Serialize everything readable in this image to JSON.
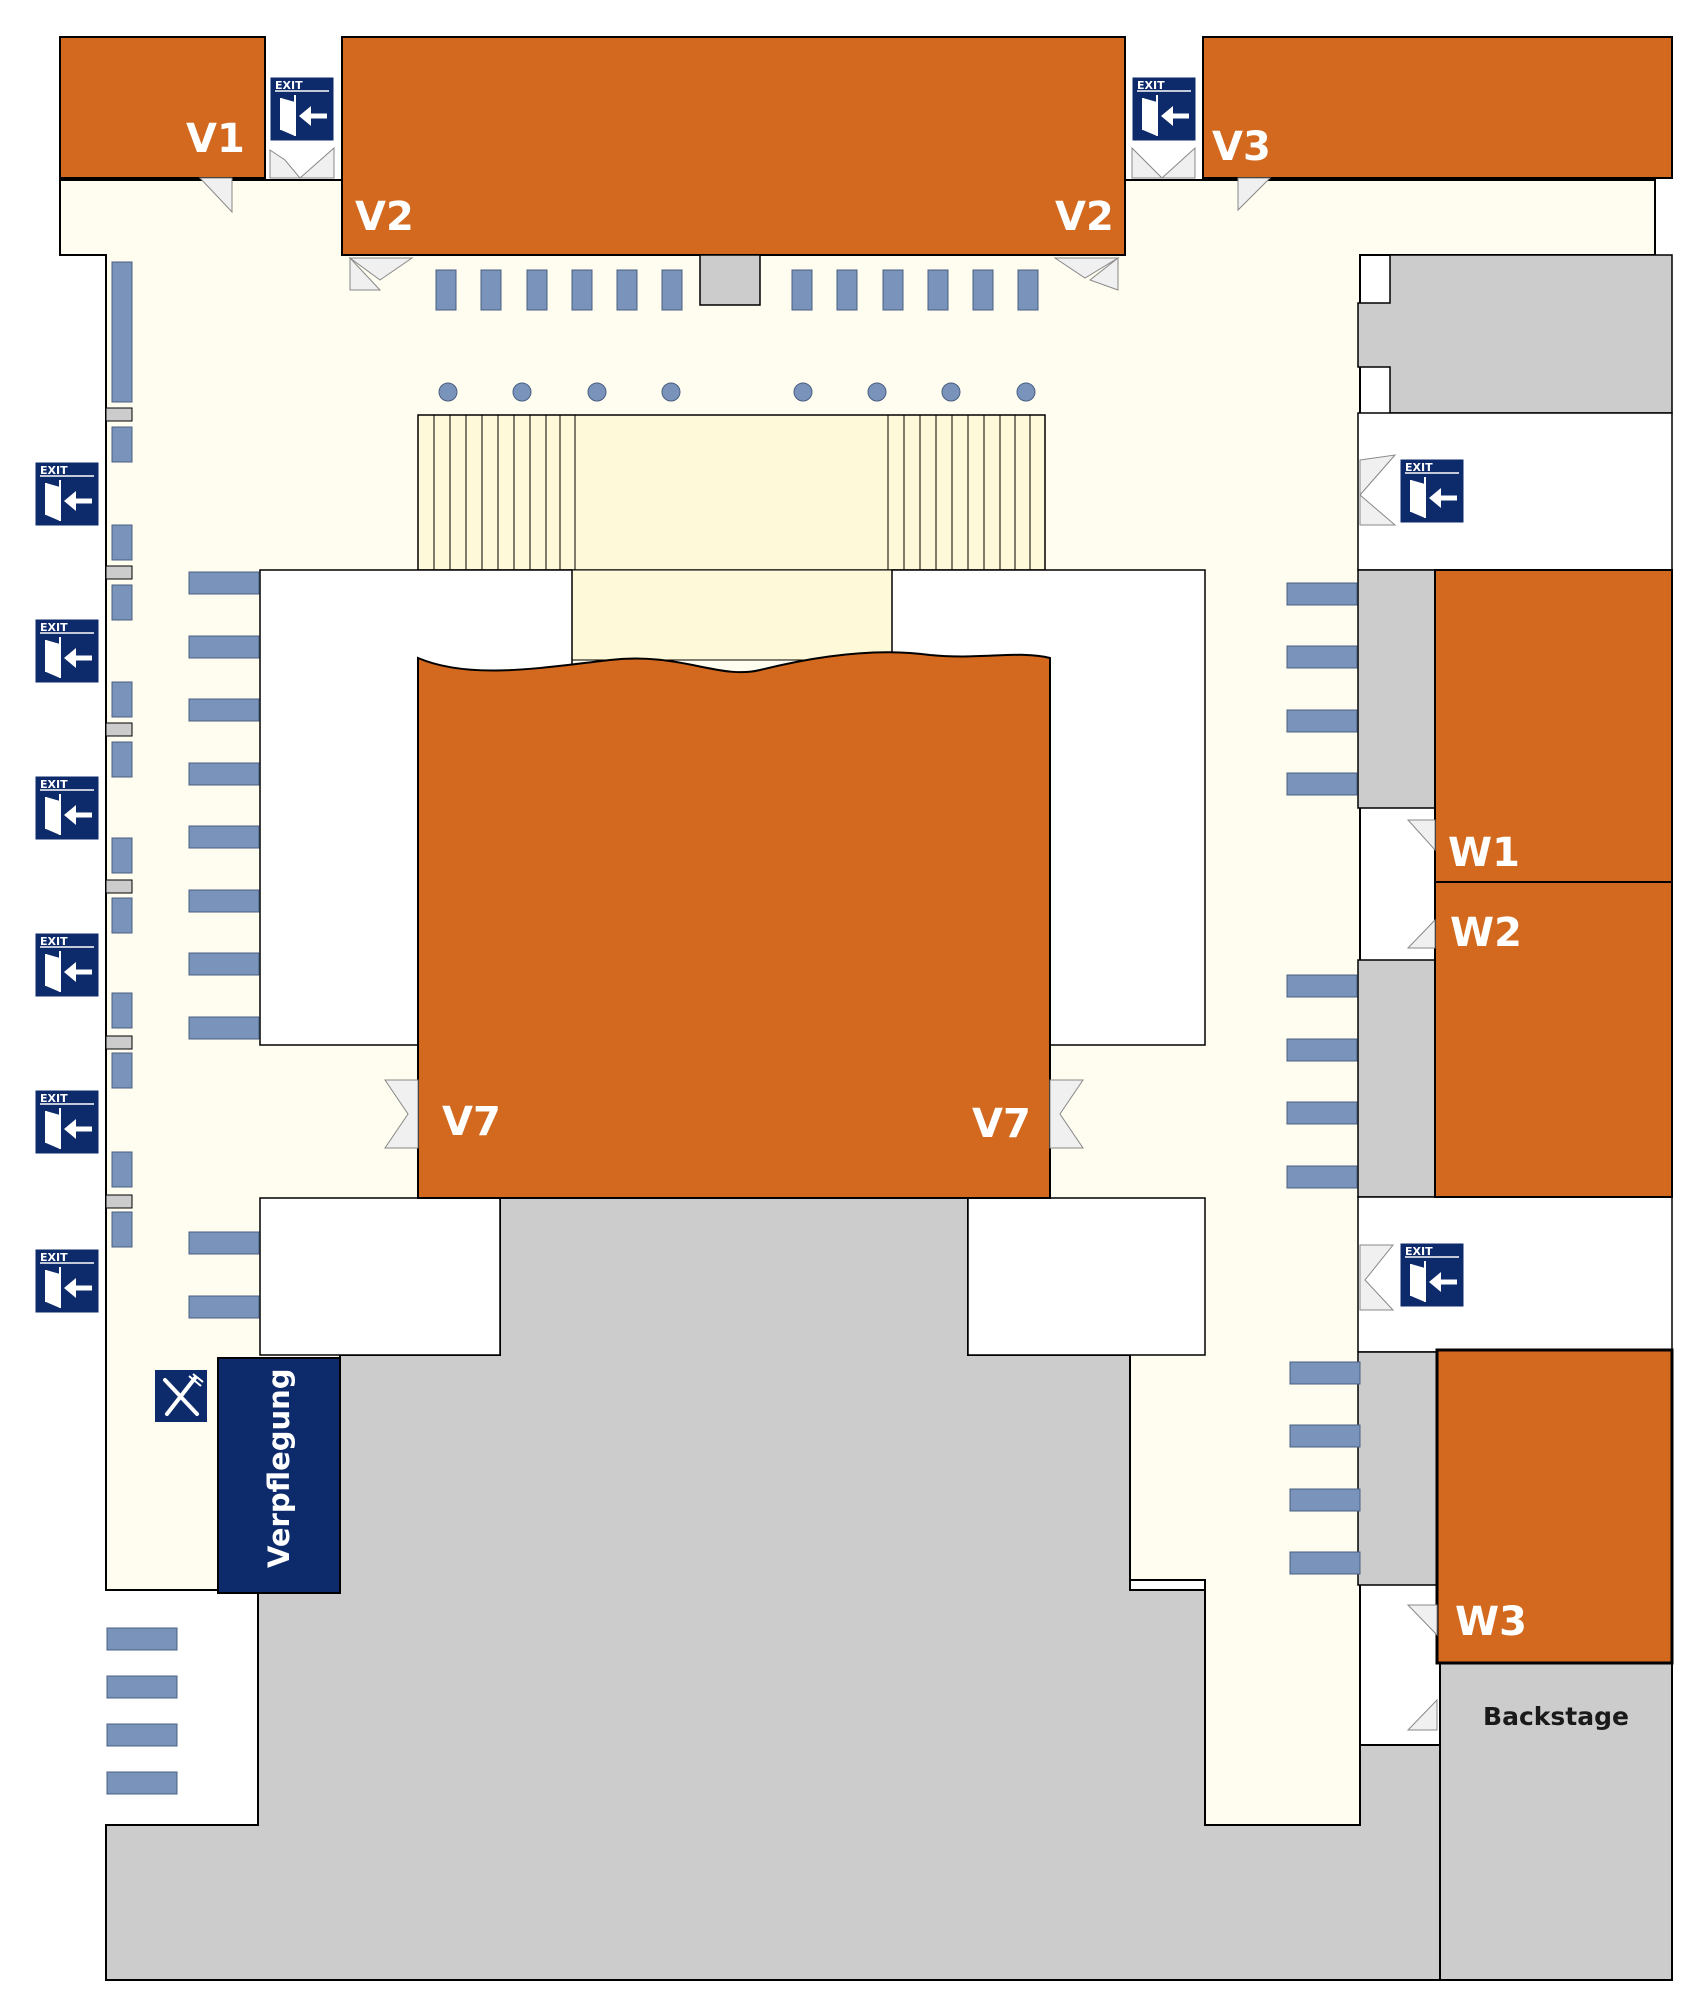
{
  "rooms": {
    "v1": "V1",
    "v2_left": "V2",
    "v2_right": "V2",
    "v3": "V3",
    "v7_left": "V7",
    "v7_right": "V7",
    "w1": "W1",
    "w2": "W2",
    "w3": "W3"
  },
  "areas": {
    "backstage": "Backstage",
    "catering": "Verpflegung"
  },
  "exit_sign_text": "EXIT",
  "icons": {
    "exit": "exit-door-arrow-icon",
    "catering": "knife-fork-icon"
  },
  "colors": {
    "room": "#d2691e",
    "corridor": "#fefdf0",
    "stairs": "#fef9d8",
    "service": "#cccccc",
    "seat": "#7a93bb",
    "sign": "#0d2a6b"
  }
}
